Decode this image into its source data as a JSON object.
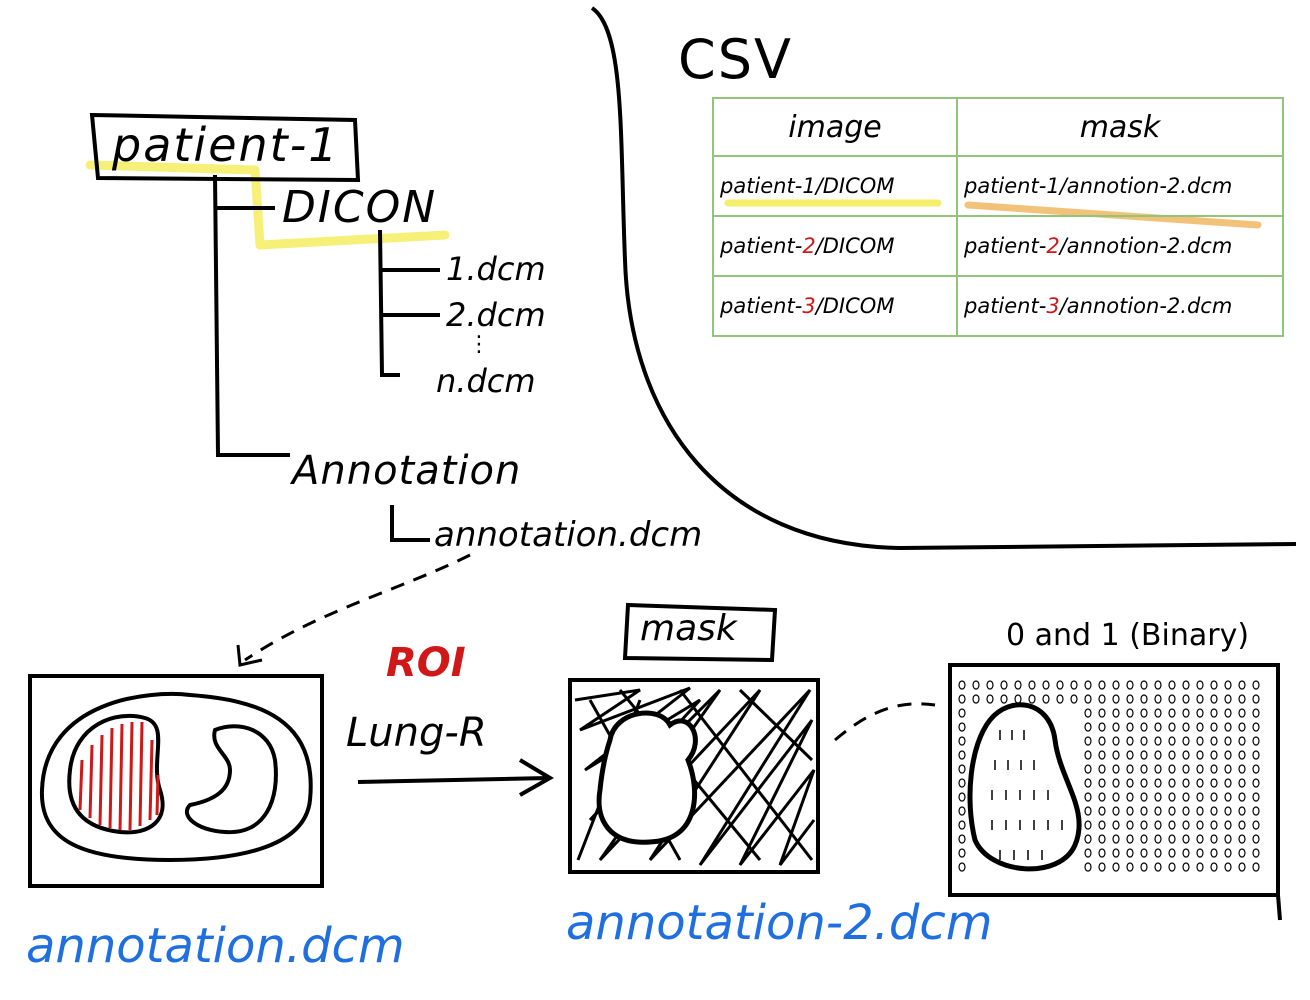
{
  "tree": {
    "root": "patient-1",
    "dicom_folder": "DICON",
    "dicom_files": [
      "1.dcm",
      "2.dcm",
      "n.dcm"
    ],
    "ellipsis": "⋮",
    "annotation_folder": "Annotation",
    "annotation_file": "annotation.dcm"
  },
  "csv": {
    "title": "CSV",
    "headers": [
      "image",
      "mask"
    ],
    "rows": [
      {
        "image_pre": "patient-",
        "image_num": "1",
        "image_post": "/DICOM",
        "mask_pre": "patient-",
        "mask_num": "1",
        "mask_post": "/annotion-2.dcm"
      },
      {
        "image_pre": "patient-",
        "image_num": "2",
        "image_post": "/DICOM",
        "mask_pre": "patient-",
        "mask_num": "2",
        "mask_post": "/annotion-2.dcm"
      },
      {
        "image_pre": "patient-",
        "image_num": "3",
        "image_post": "/DICOM",
        "mask_pre": "patient-",
        "mask_num": "3",
        "mask_post": "/annotion-2.dcm"
      }
    ]
  },
  "flow": {
    "roi_label": "ROI",
    "lung_label": "Lung-R",
    "mask_label": "mask",
    "binary_label": "0 and 1 (Binary)",
    "annotation_caption": "annotation.dcm",
    "annotation2_caption": "annotation-2.dcm"
  },
  "colors": {
    "highlight_yellow": "#f5ee6a",
    "highlight_orange": "#f3c27a",
    "accent_red": "#d01818",
    "accent_blue": "#1f6fe0",
    "table_green": "#93c47d"
  }
}
